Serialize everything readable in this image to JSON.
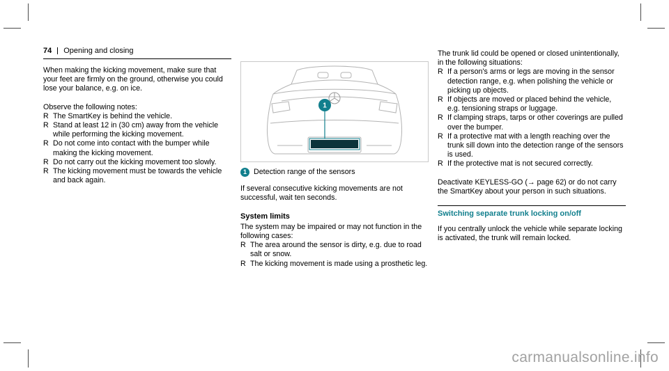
{
  "header": {
    "page_number": "74",
    "chapter": "Opening and closing"
  },
  "glyphs": {
    "bullet": "R"
  },
  "colors": {
    "accent_teal": "#117f8d",
    "detection_bar": "#0b333a"
  },
  "col1": {
    "intro": "When making the kicking movement, make sure that your feet are firmly on the ground, otherwise you could lose your balance, e.g. on ice.",
    "observe": "Observe the following notes:",
    "bullets": [
      "The SmartKey is behind the vehicle.",
      "Stand at least 12 in (30 cm) away from the vehicle while performing the kicking movement.",
      "Do not come into contact with the bumper while making the kicking movement.",
      "Do not carry out the kicking movement too slowly.",
      "The kicking movement must be towards the vehicle and back again."
    ]
  },
  "figure": {
    "callout_number": "1",
    "caption": "Detection range of the sensors"
  },
  "col2": {
    "para1": "If several consecutive kicking movements are not successful, wait ten seconds.",
    "heading": "System limits",
    "para2": "The system may be impaired or may not function in the following cases:",
    "bullets": [
      "The area around the sensor is dirty, e.g. due to road salt or snow.",
      "The kicking movement is made using a prosthetic leg."
    ]
  },
  "col3": {
    "intro": "The trunk lid could be opened or closed unintentionally, in the following situations:",
    "bullets": [
      "If a person's arms or legs are moving in the sensor detection range, e.g. when polishing the vehicle or picking up objects.",
      "If objects are moved or placed behind the vehicle, e.g. tensioning straps or luggage.",
      "If clamping straps, tarps or other coverings are pulled over the bumper.",
      "If a protective mat with a length reaching over the trunk sill down into the detection range of the sensors is used.",
      "If the protective mat is not secured correctly."
    ],
    "para2": "Deactivate KEYLESS-GO (→ page 62) or do not carry the SmartKey about your person in such situations.",
    "subheading": "Switching separate trunk locking on/off",
    "para3": "If you centrally unlock the vehicle while separate locking is activated, the trunk will remain locked."
  },
  "watermark": "carmanualsonline.info"
}
